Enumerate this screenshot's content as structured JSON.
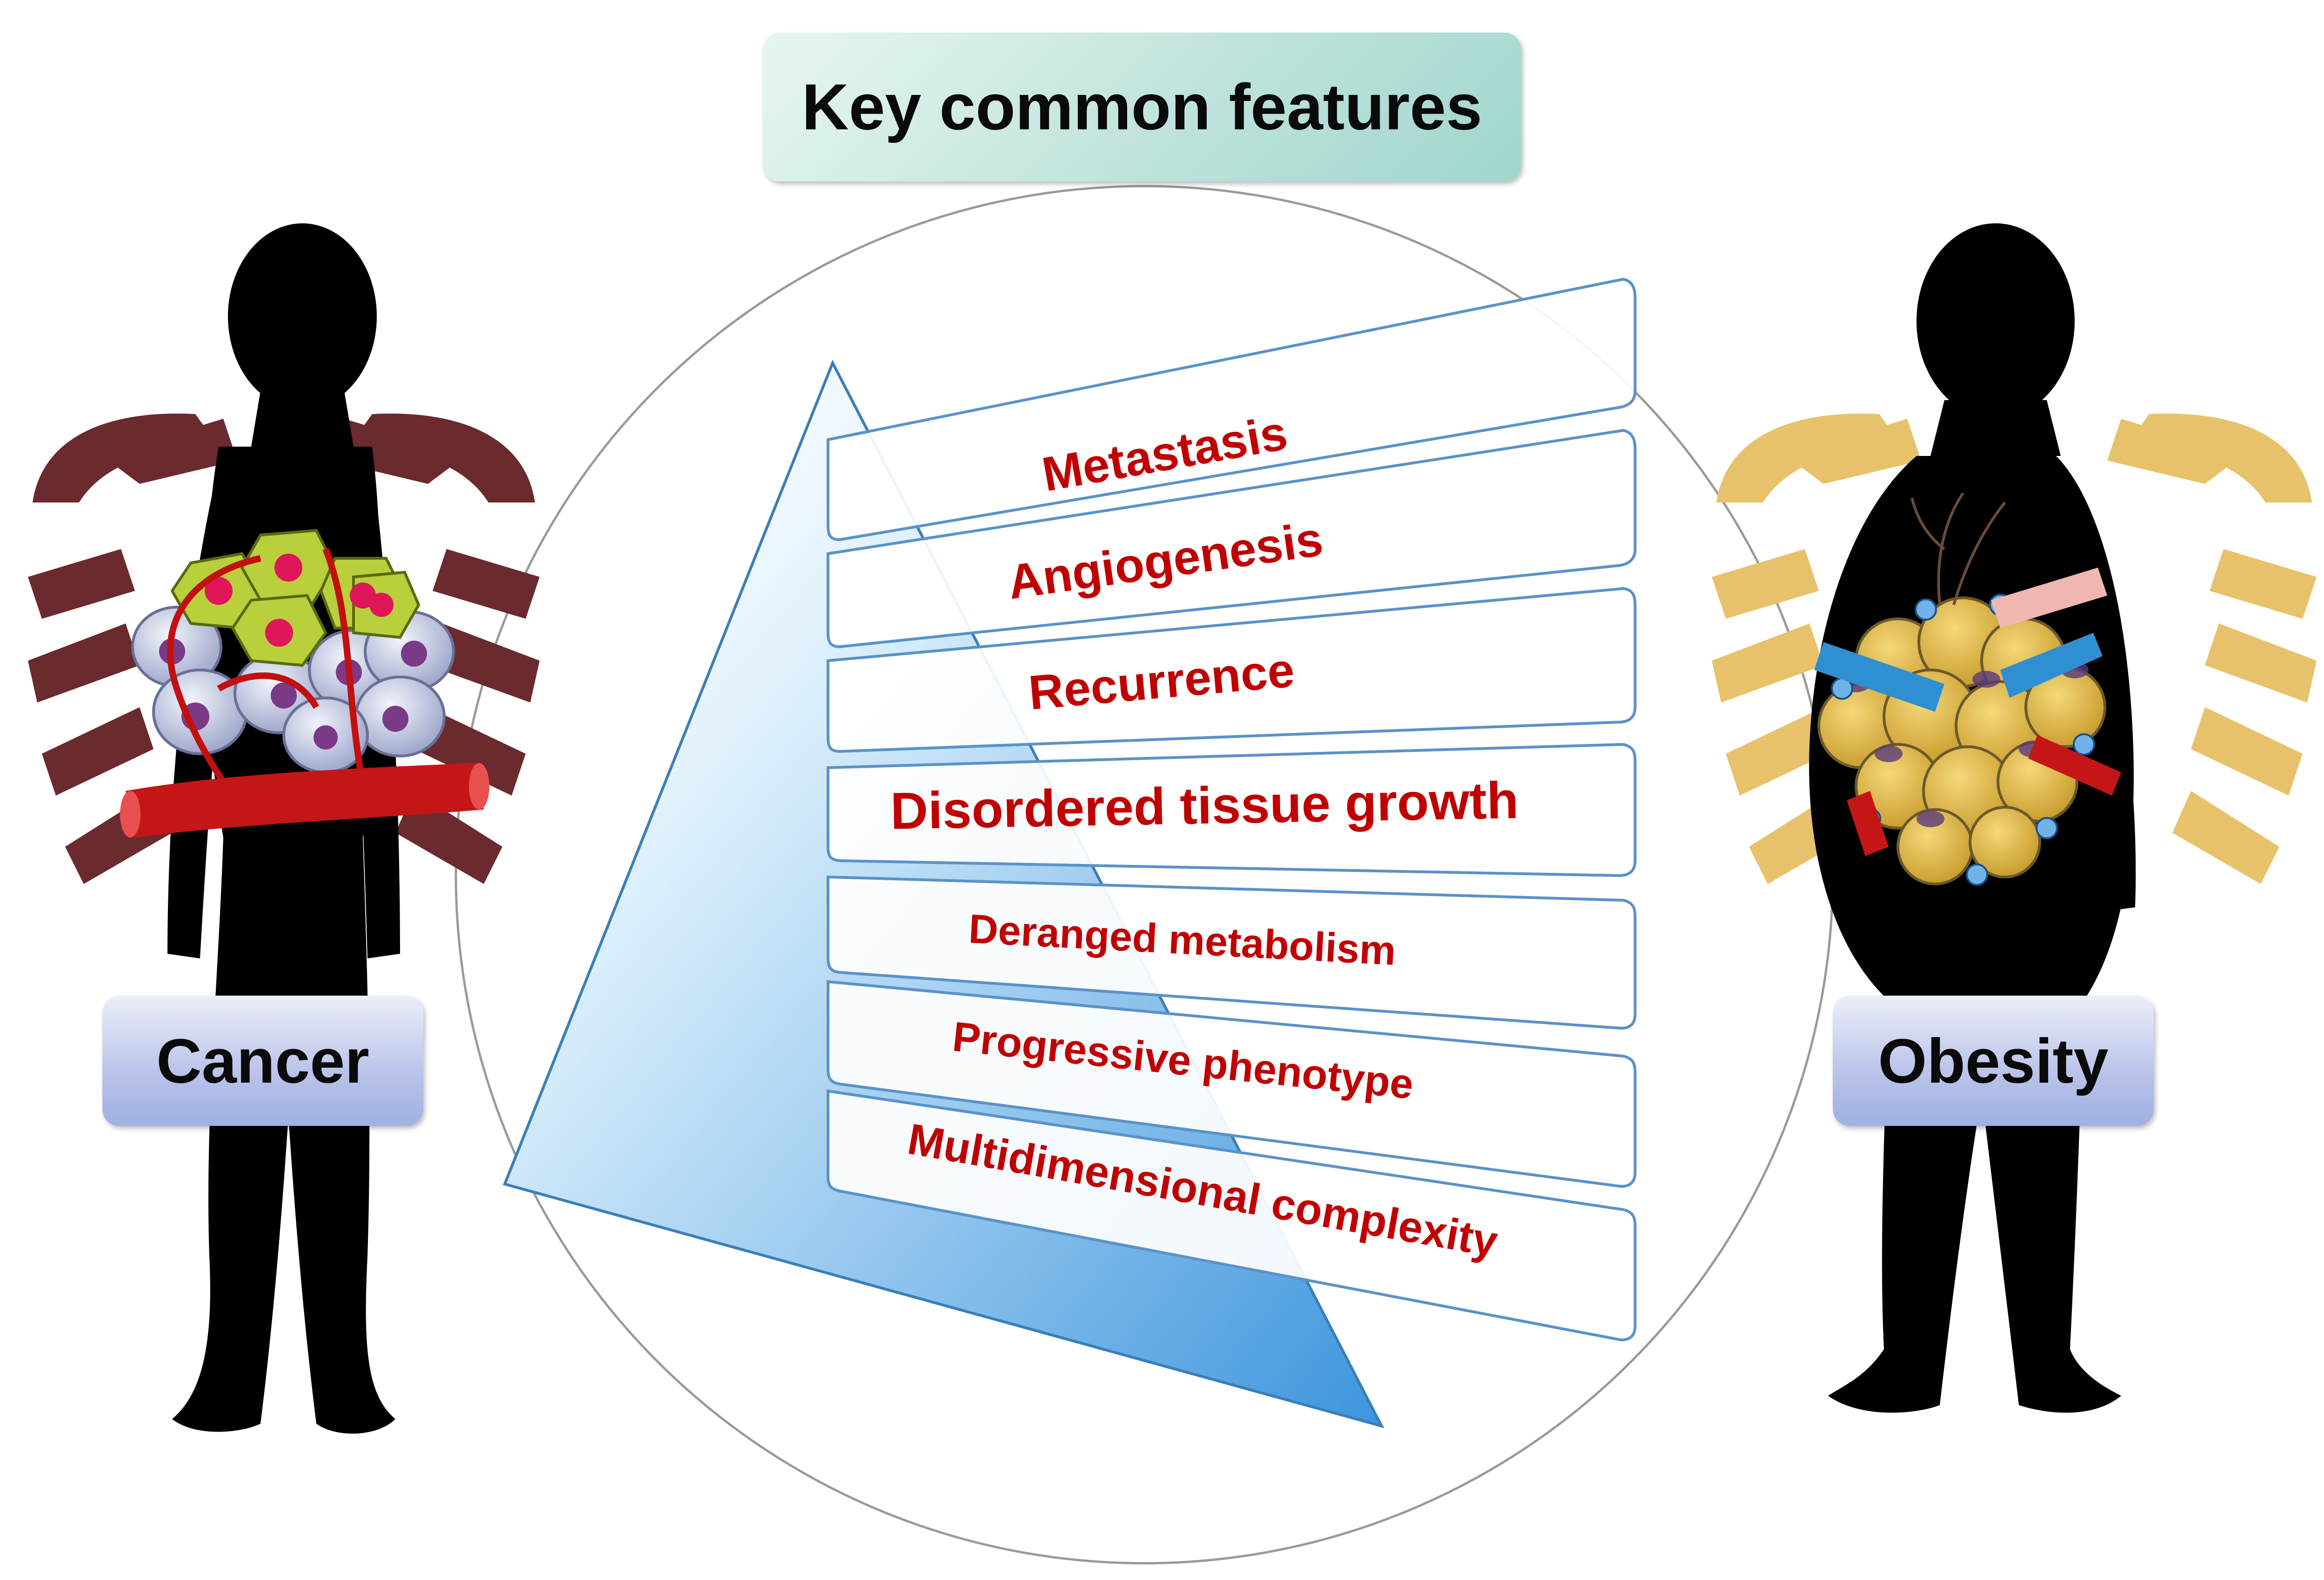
{
  "title": "Key common features",
  "left_label": "Cancer",
  "right_label": "Obesity",
  "features": [
    "Metastasis",
    "Angiogenesis",
    "Recurrence",
    "Disordered tissue growth",
    "Deranged metabolism",
    "Progressive phenotype",
    "Multidimensional complexity"
  ],
  "colors": {
    "feature_text": "#c00000",
    "cancer_crab": "#6b2a2e",
    "obesity_crab": "#e8c26a",
    "silhouette": "#000000",
    "pyramid_blue": "#5aa9e6"
  }
}
